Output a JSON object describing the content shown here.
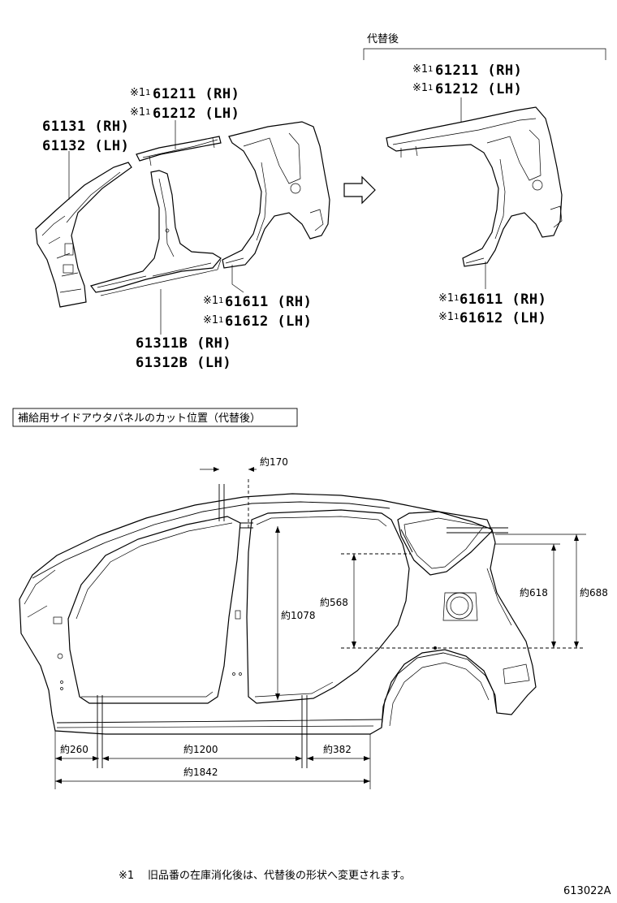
{
  "upper_left": {
    "roof_rail": {
      "mark": "※1",
      "rh": "61211 (RH)",
      "lh": "61212 (LH)"
    },
    "front_pillar": {
      "rh": "61131 (RH)",
      "lh": "61132 (LH)"
    },
    "quarter_panel": {
      "mark": "※1",
      "rh": "61611 (RH)",
      "lh": "61612 (LH)"
    },
    "rocker": {
      "rh": "61311B (RH)",
      "lh": "61312B (LH)"
    }
  },
  "upper_right": {
    "title": "代替後",
    "roof_rail": {
      "mark": "※1",
      "rh": "61211 (RH)",
      "lh": "61212 (LH)"
    },
    "quarter_panel": {
      "mark": "※1",
      "rh": "61611 (RH)",
      "lh": "61612 (LH)"
    }
  },
  "section_label": "補給用サイドアウタパネルのカット位置（代替後）",
  "dimensions": {
    "d170": "約170",
    "d1078": "約1078",
    "d568": "約568",
    "d618": "約618",
    "d688": "約688",
    "d260": "約260",
    "d1200": "約1200",
    "d382": "約382",
    "d1842": "約1842"
  },
  "footnote": {
    "mark": "※1",
    "text": "旧品番の在庫消化後は、代替後の形状へ変更されます。"
  },
  "figure_code": "613022A"
}
